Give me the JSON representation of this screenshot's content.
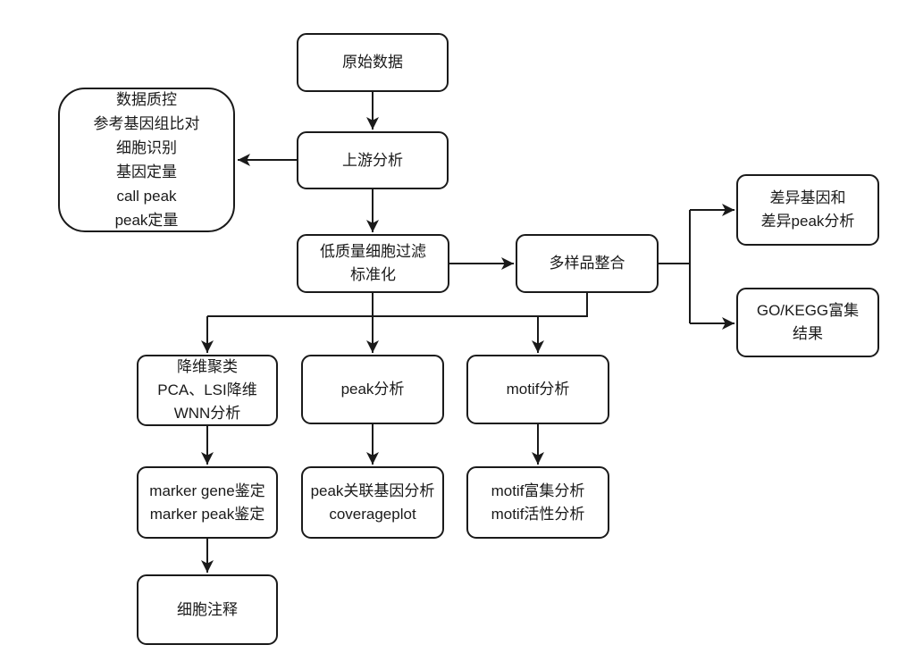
{
  "diagram": {
    "colors": {
      "stroke": "#1a1a1a",
      "node_fill": "#ffffff",
      "background": "#ffffff"
    },
    "nodes": {
      "raw_data": {
        "lines": [
          "原始数据"
        ]
      },
      "upstream": {
        "lines": [
          "上游分析"
        ]
      },
      "qc_steps": {
        "lines": [
          "数据质控",
          "参考基因组比对",
          "细胞识别",
          "基因定量",
          "call peak",
          "peak定量"
        ]
      },
      "filter_norm": {
        "lines": [
          "低质量细胞过滤",
          "标准化"
        ]
      },
      "integration": {
        "lines": [
          "多样品整合"
        ]
      },
      "diff_analysis": {
        "lines": [
          "差异基因和",
          "差异peak分析"
        ]
      },
      "go_kegg": {
        "lines": [
          "GO/KEGG富集",
          "结果"
        ]
      },
      "dimred_cluster": {
        "lines": [
          "降维聚类",
          "PCA、LSI降维",
          "WNN分析"
        ]
      },
      "peak_analysis": {
        "lines": [
          "peak分析"
        ]
      },
      "motif_analysis": {
        "lines": [
          "motif分析"
        ]
      },
      "marker_ident": {
        "lines": [
          "marker gene鉴定",
          "marker peak鉴定"
        ]
      },
      "peak_assoc": {
        "lines": [
          "peak关联基因分析",
          "coverageplot"
        ]
      },
      "motif_detail": {
        "lines": [
          "motif富集分析",
          "motif活性分析"
        ]
      },
      "cell_annotation": {
        "lines": [
          "细胞注释"
        ]
      }
    }
  }
}
